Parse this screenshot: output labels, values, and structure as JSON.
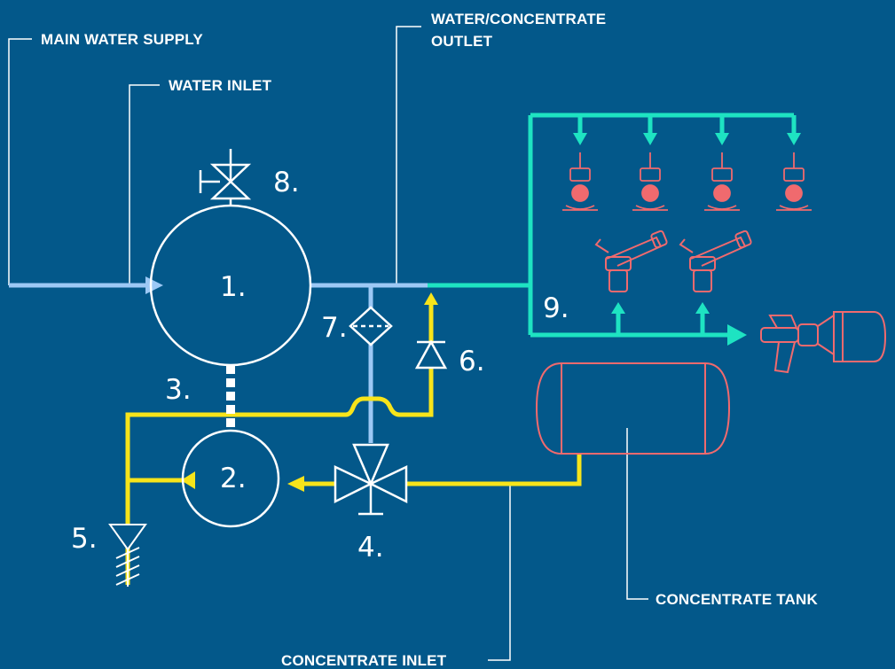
{
  "labels": {
    "main_water_supply": "MAIN WATER SUPPLY",
    "water_inlet": "WATER INLET",
    "outlet_line1": "WATER/CONCENTRATE",
    "outlet_line2": "OUTLET",
    "concentrate_tank": "CONCENTRATE TANK",
    "concentrate_inlet": "CONCENTRATE INLET"
  },
  "numbers": {
    "n1": "1.",
    "n2": "2.",
    "n3": "3.",
    "n4": "4.",
    "n5": "5.",
    "n6": "6.",
    "n7": "7.",
    "n8": "8.",
    "n9": "9."
  },
  "colors": {
    "background": "#03588a",
    "water_line": "#9cc8f5",
    "concentrate_line": "#f7e41a",
    "foam_line": "#1ee3c2",
    "equipment": "#f06a6e",
    "symbol_stroke": "#ffffff"
  }
}
